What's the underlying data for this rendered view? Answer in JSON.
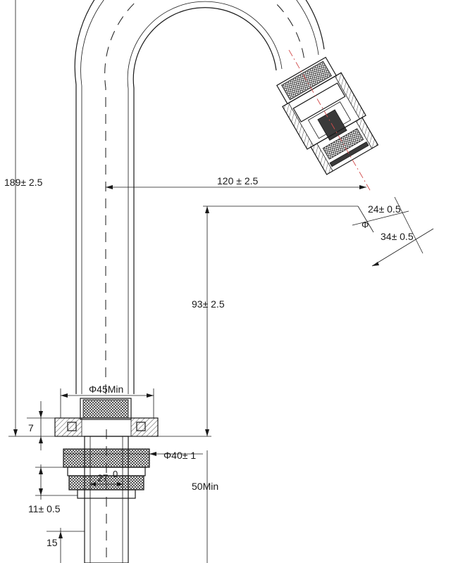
{
  "dimensions": {
    "total_height": "189± 2.5",
    "reach": "120 ± 2.5",
    "aerator_inner": "24± 0.5",
    "aerator_outer": "34± 0.5",
    "spout_height": "93±   2.5",
    "base_diameter": "Φ45Min",
    "base_thickness": "7",
    "washer_diameter": "Φ40± 1",
    "shank_diameter": "27",
    "shank_length": "50Min",
    "nut_height": "11± 0.5",
    "thread_length": "15"
  },
  "symbols": {
    "diameter_mark": "Φ",
    "shank_tolerance": "0"
  }
}
